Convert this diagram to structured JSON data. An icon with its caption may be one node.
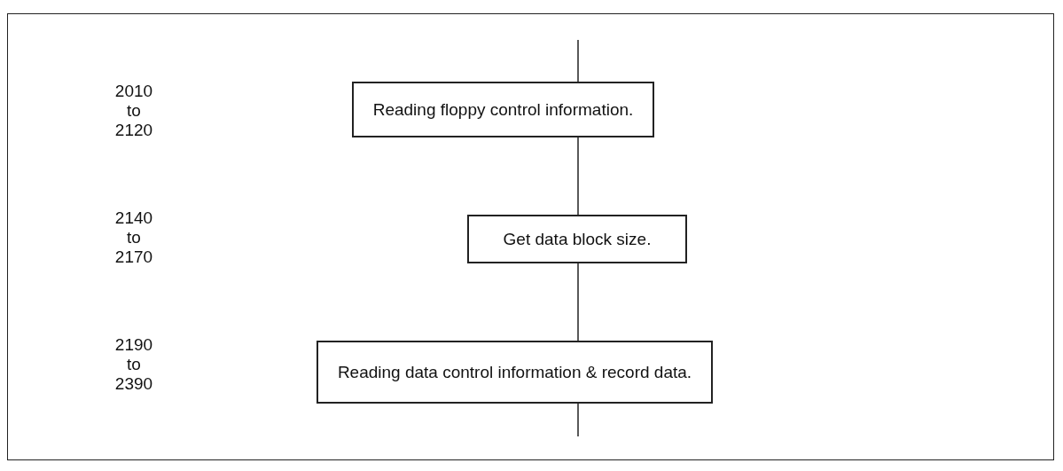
{
  "diagram": {
    "nodes": [
      {
        "text": [
          "Reading floppy control information."
        ]
      },
      {
        "text": [
          "Get data block size."
        ]
      },
      {
        "text": [
          "Reading data control information & record data."
        ]
      }
    ],
    "edges": [
      {
        "from": null,
        "to": 0,
        "arrow": "none"
      },
      {
        "from": 0,
        "to": 1,
        "arrow": "none"
      },
      {
        "from": 1,
        "to": 2,
        "arrow": "none"
      },
      {
        "from": 2,
        "to": null,
        "arrow": "none"
      }
    ],
    "labels": [
      "2010 to 2120",
      "2140 to 2170",
      "2190 to 2390"
    ]
  }
}
